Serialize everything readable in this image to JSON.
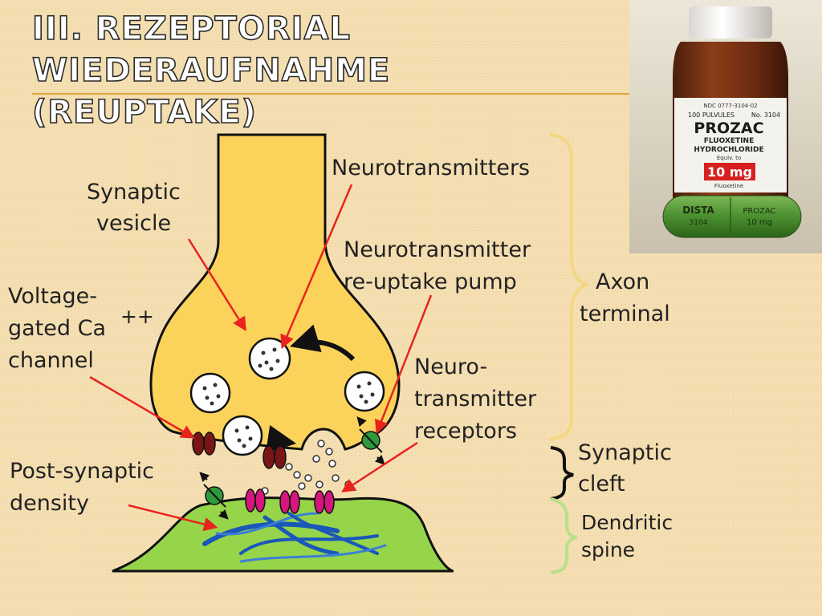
{
  "slide": {
    "title_line1": "III. Rezeptorial Wiederaufnahme",
    "title_line2": "(Reuptake)"
  },
  "photo": {
    "ndc": "NDC 0777-3104-02",
    "count": "100 PULVULES",
    "number": "No. 3104",
    "brand": "PROZAC",
    "generic1": "FLUOXETINE",
    "generic2": "HYDROCHLORIDE",
    "equiv": "Equiv. to",
    "dose": "10 mg",
    "dose_sub": "Fluoxetine",
    "capsule_left1": "DISTA",
    "capsule_left2": "3104",
    "capsule_right1": "PROZAC",
    "capsule_right2": "10 mg"
  },
  "labels": {
    "synaptic_vesicle_1": "Synaptic",
    "synaptic_vesicle_2": "vesicle",
    "neurotransmitters": "Neurotransmitters",
    "pump_1": "Neurotransmitter",
    "pump_2": "re-uptake pump",
    "voltage_1": "Voltage-",
    "voltage_2": "gated Ca",
    "voltage_sup": "++",
    "voltage_3": "channel",
    "receptors_1": "Neuro-",
    "receptors_2": "transmitter",
    "receptors_3": "receptors",
    "axon_1": "Axon",
    "axon_2": "terminal",
    "cleft_1": "Synaptic",
    "cleft_2": "cleft",
    "density_1": "Post-synaptic",
    "density_2": "density",
    "spine_1": "Dendritic",
    "spine_2": "spine"
  },
  "colors": {
    "axon_fill": "#fcd35a",
    "dendrite_fill": "#96d44a",
    "arrow_red": "#e8231e",
    "channel_dark_red": "#7a1515",
    "receptor_magenta": "#d4167e",
    "pump_green": "#2f9a3b",
    "axon_brace": "#f3d782",
    "spine_brace": "#b8e08a"
  }
}
